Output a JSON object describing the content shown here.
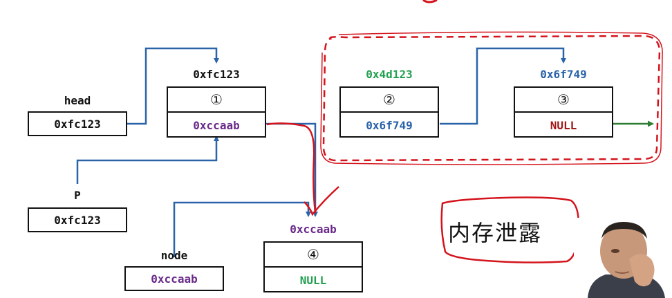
{
  "diagram": {
    "variables": {
      "head": {
        "name": "head",
        "value": "0xfc123"
      },
      "p": {
        "name": "P",
        "value": "0xfc123"
      },
      "node": {
        "name": "node",
        "value": "0xccaab"
      }
    },
    "nodes": [
      {
        "address": "0xfc123",
        "index": "①",
        "next": "0xccaab"
      },
      {
        "address": "0x4d123",
        "index": "②",
        "next": "0x6f749"
      },
      {
        "address": "0x6f749",
        "index": "③",
        "next": "NULL"
      },
      {
        "address": "0xccaab",
        "index": "④",
        "next": "NULL"
      }
    ],
    "annotation": "内存泄露",
    "colors": {
      "pointer": "#2a63a8",
      "purple": "#6a2a8a",
      "green": "#22a050",
      "red_mark": "#d4141c",
      "null_red": "#a01818",
      "end_arrow": "#2e7d32"
    }
  }
}
